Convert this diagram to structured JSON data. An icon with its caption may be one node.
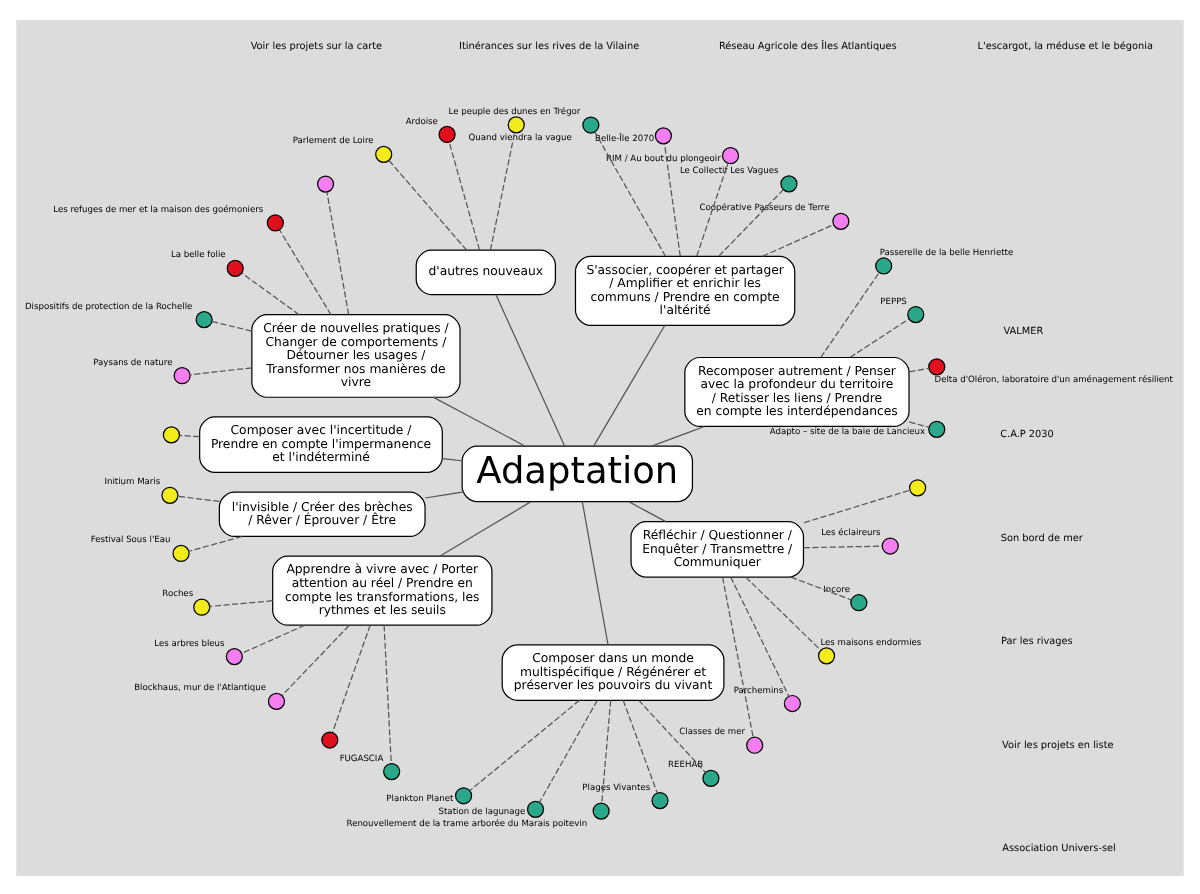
{
  "diagram": {
    "nodes": [
      {
        "text": [
          "Adaptation"
        ]
      },
      {
        "text": [
          "Recomposer autrement / Penser avec la profondeur du territoire / Retisser les liens / Prendre en compte les interdépendances"
        ]
      },
      {
        "text": [
          "S'associer, coopérer et partager / Amplifier et enrichir les communs / Prendre en compte l'altérité"
        ]
      },
      {
        "text": [
          "d'autres nouveaux"
        ]
      },
      {
        "text": [
          "Créer de nouvelles pratiques / Changer de comportements / Détourner les usages / Transformer nos manières de vivre"
        ]
      },
      {
        "text": [
          "Composer avec l'incertitude / Prendre en compte l'impermanence et l'indéterminé"
        ]
      },
      {
        "text": [
          "l'invisible / Créer des brèches / Rêver / Éprouver / Être"
        ]
      },
      {
        "text": [
          "Apprendre à vivre avec / Porter attention au réel / Prendre en compte les transformations, les rythmes et les seuils"
        ]
      },
      {
        "text": [
          "Composer dans un monde multispécifique / Régénérer et préserver les pouvoirs du vivant"
        ]
      },
      {
        "text": [
          "Réfléchir / Questionner / Enquêter / Transmettre / Communiquer"
        ]
      },
      {
        "text": [],
        "shape": "circle",
        "beside": [
          "Adapto – site de la baie de Lancieux"
        ]
      },
      {
        "text": [],
        "shape": "circle",
        "beside": [
          "Delta d'Oléron, laboratoire d'un aménagement résilient"
        ]
      },
      {
        "text": [],
        "shape": "circle",
        "beside": [
          "PEPPS"
        ]
      },
      {
        "text": [],
        "shape": "circle",
        "beside": [
          "Passerelle de la belle Henriette"
        ]
      },
      {
        "text": [],
        "shape": "circle",
        "beside": [
          "Coopérative Passeurs de Terre"
        ]
      },
      {
        "text": [],
        "shape": "circle",
        "beside": [
          "Le Collectif Les Vagues"
        ]
      },
      {
        "text": [],
        "shape": "circle",
        "beside": [
          "RIM / Au bout du plongeoir"
        ]
      },
      {
        "text": [],
        "shape": "circle",
        "beside": [
          "Belle-Île 2070"
        ]
      },
      {
        "text": [],
        "shape": "circle",
        "beside": [
          "Le peuple des dunes en Trégor"
        ]
      },
      {
        "text": [],
        "shape": "circle",
        "beside": [
          "Quand viendra la vague"
        ]
      },
      {
        "text": [],
        "shape": "circle",
        "beside": [
          "Ardoise"
        ]
      },
      {
        "text": [],
        "shape": "circle",
        "beside": [
          "Parlement de Loire"
        ]
      },
      {
        "text": [],
        "shape": "circle"
      },
      {
        "text": [],
        "shape": "circle"
      },
      {
        "text": [],
        "shape": "circle",
        "beside": [
          "Les refuges de mer et la maison des goémoniers"
        ]
      },
      {
        "text": [],
        "shape": "circle",
        "beside": [
          "La belle folie"
        ]
      },
      {
        "text": [],
        "shape": "circle",
        "beside": [
          "Dispositifs de protection de la Rochelle"
        ]
      },
      {
        "text": [],
        "shape": "circle",
        "beside": [
          "Paysans de nature"
        ]
      },
      {
        "text": [],
        "shape": "circle",
        "beside": [
          "Initium Maris"
        ]
      },
      {
        "text": [],
        "shape": "circle",
        "beside": [
          "Festival Sous l'Eau"
        ]
      },
      {
        "text": [],
        "shape": "circle",
        "beside": [
          "Roches"
        ]
      },
      {
        "text": [],
        "shape": "circle",
        "beside": [
          "Les arbres bleus"
        ]
      },
      {
        "text": [],
        "shape": "circle",
        "beside": [
          "Blockhaus, mur de l'Atlantique"
        ]
      },
      {
        "text": [],
        "shape": "circle"
      },
      {
        "text": [],
        "shape": "circle",
        "beside": [
          "FUGASCIA"
        ]
      },
      {
        "text": [],
        "shape": "circle",
        "beside": [
          "Plankton Planet"
        ]
      },
      {
        "text": [],
        "shape": "circle",
        "beside": [
          "Station de lagunage"
        ]
      },
      {
        "text": [],
        "shape": "circle",
        "beside": [
          "Renouvellement de la trame arborée du Marais poitevin"
        ]
      },
      {
        "text": [],
        "shape": "circle",
        "beside": [
          "Plages Vivantes"
        ]
      },
      {
        "text": [],
        "shape": "circle",
        "beside": [
          "REEHAB"
        ]
      },
      {
        "text": [],
        "shape": "circle",
        "beside": [
          "Classes de mer"
        ]
      },
      {
        "text": [],
        "shape": "circle",
        "beside": [
          "Parchemins"
        ]
      },
      {
        "text": [],
        "shape": "circle",
        "beside": [
          "Les maisons endormies"
        ]
      },
      {
        "text": [],
        "shape": "circle",
        "beside": [
          "Incore"
        ]
      },
      {
        "text": [],
        "shape": "circle",
        "beside": [
          "Les éclaireurs"
        ]
      },
      {
        "text": [],
        "shape": "circle"
      }
    ],
    "edges": [
      {
        "from": 0,
        "to": 1,
        "arrow": "none"
      },
      {
        "from": 0,
        "to": 2,
        "arrow": "none"
      },
      {
        "from": 0,
        "to": 3,
        "arrow": "none"
      },
      {
        "from": 0,
        "to": 4,
        "arrow": "none"
      },
      {
        "from": 0,
        "to": 5,
        "arrow": "none"
      },
      {
        "from": 0,
        "to": 6,
        "arrow": "none"
      },
      {
        "from": 0,
        "to": 7,
        "arrow": "none"
      },
      {
        "from": 0,
        "to": 8,
        "arrow": "none"
      },
      {
        "from": 0,
        "to": 9,
        "arrow": "none"
      },
      {
        "from": 1,
        "to": 10,
        "arrow": "none",
        "style": "dashed"
      },
      {
        "from": 1,
        "to": 11,
        "arrow": "none",
        "style": "dashed"
      },
      {
        "from": 1,
        "to": 12,
        "arrow": "none",
        "style": "dashed"
      },
      {
        "from": 1,
        "to": 13,
        "arrow": "none",
        "style": "dashed"
      },
      {
        "from": 2,
        "to": 14,
        "arrow": "none",
        "style": "dashed"
      },
      {
        "from": 2,
        "to": 15,
        "arrow": "none",
        "style": "dashed"
      },
      {
        "from": 2,
        "to": 16,
        "arrow": "none",
        "style": "dashed"
      },
      {
        "from": 2,
        "to": 17,
        "arrow": "none",
        "style": "dashed"
      },
      {
        "from": 2,
        "to": 18,
        "arrow": "none",
        "style": "dashed"
      },
      {
        "from": 3,
        "to": 19,
        "arrow": "none",
        "style": "dashed"
      },
      {
        "from": 3,
        "to": 20,
        "arrow": "none",
        "style": "dashed"
      },
      {
        "from": 3,
        "to": 21,
        "arrow": "none",
        "style": "dashed"
      },
      {
        "from": 5,
        "to": 22,
        "arrow": "none",
        "style": "dashed"
      },
      {
        "from": 4,
        "to": 23,
        "arrow": "none",
        "style": "dashed"
      },
      {
        "from": 4,
        "to": 24,
        "arrow": "none",
        "style": "dashed"
      },
      {
        "from": 4,
        "to": 25,
        "arrow": "none",
        "style": "dashed"
      },
      {
        "from": 4,
        "to": 26,
        "arrow": "none",
        "style": "dashed"
      },
      {
        "from": 4,
        "to": 27,
        "arrow": "none",
        "style": "dashed"
      },
      {
        "from": 6,
        "to": 28,
        "arrow": "none",
        "style": "dashed"
      },
      {
        "from": 6,
        "to": 29,
        "arrow": "none",
        "style": "dashed"
      },
      {
        "from": 7,
        "to": 30,
        "arrow": "none",
        "style": "dashed"
      },
      {
        "from": 7,
        "to": 31,
        "arrow": "none",
        "style": "dashed"
      },
      {
        "from": 7,
        "to": 32,
        "arrow": "none",
        "style": "dashed"
      },
      {
        "from": 7,
        "to": 33,
        "arrow": "none",
        "style": "dashed"
      },
      {
        "from": 7,
        "to": 34,
        "arrow": "none",
        "style": "dashed"
      },
      {
        "from": 8,
        "to": 35,
        "arrow": "none",
        "style": "dashed"
      },
      {
        "from": 8,
        "to": 36,
        "arrow": "none",
        "style": "dashed"
      },
      {
        "from": 8,
        "to": 37,
        "arrow": "none",
        "style": "dashed"
      },
      {
        "from": 8,
        "to": 38,
        "arrow": "none",
        "style": "dashed"
      },
      {
        "from": 8,
        "to": 39,
        "arrow": "none",
        "style": "dashed"
      },
      {
        "from": 9,
        "to": 40,
        "arrow": "none",
        "style": "dashed"
      },
      {
        "from": 9,
        "to": 41,
        "arrow": "none",
        "style": "dashed"
      },
      {
        "from": 9,
        "to": 42,
        "arrow": "none",
        "style": "dashed"
      },
      {
        "from": 9,
        "to": 43,
        "arrow": "none",
        "style": "dashed"
      },
      {
        "from": 9,
        "to": 44,
        "arrow": "none",
        "style": "dashed"
      },
      {
        "from": 9,
        "to": 45,
        "arrow": "none",
        "style": "dashed"
      }
    ],
    "labels": [
      "Voir les projets en liste",
      "Voir les projets sur la carte",
      "L'escargot, la méduse et le bégonia",
      "Réseau Agricole des Îles Atlantiques",
      "Itinérances sur les rives de la Vilaine",
      "Association Univers-sel",
      "C.A.P 2030",
      "VALMER",
      "Par les rivages",
      "Son bord de mer"
    ]
  }
}
